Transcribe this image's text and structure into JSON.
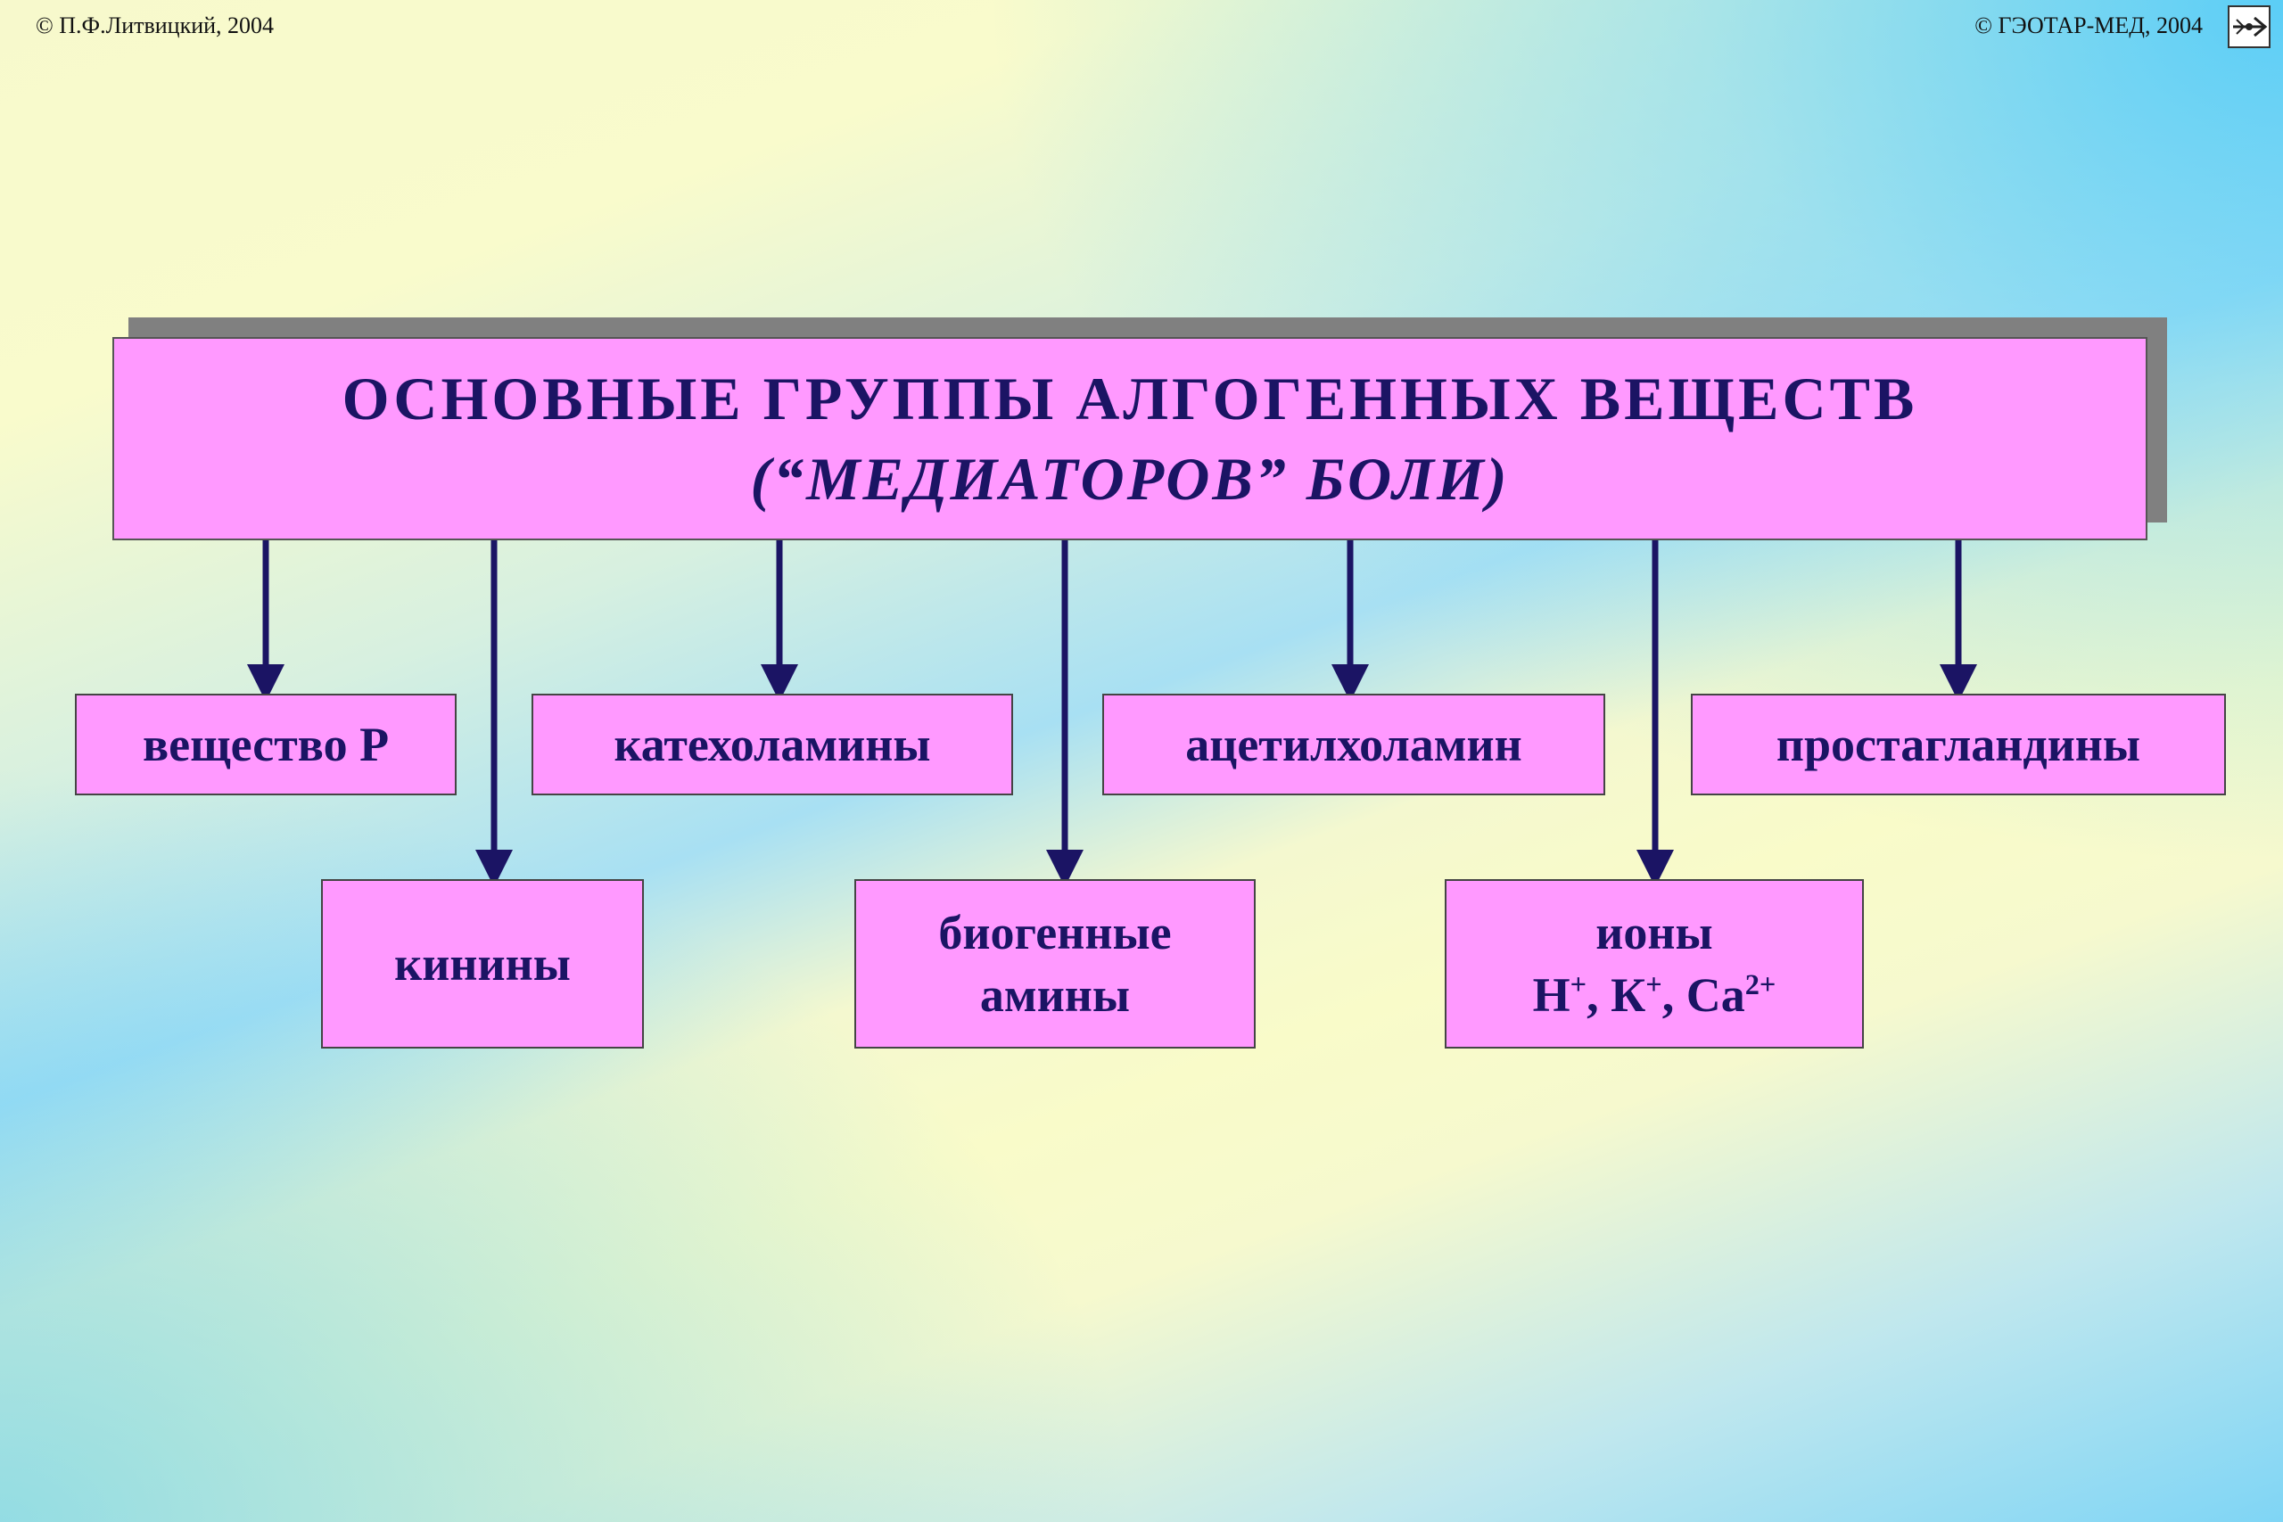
{
  "header": {
    "left_copyright": "© П.Ф.Литвицкий, 2004",
    "right_copyright": "© ГЭОТАР-МЕД, 2004",
    "logo_icon": "geotar-arrow-logo-icon"
  },
  "title": {
    "line1": "ОСНОВНЫЕ  ГРУППЫ  АЛГОГЕННЫХ  ВЕЩЕСТВ",
    "line2": "(“МЕДИАТОРОВ”  БОЛИ)"
  },
  "groups": {
    "substance_p": "вещество Р",
    "catecholamines": "катехоламины",
    "acetylcholamine": "ацетилхоламин",
    "prostaglandins": "простагландины",
    "kinins": "кинины",
    "biogenic_line1": "биогенные",
    "biogenic_line2": "амины",
    "ions_line1": "ионы",
    "ions_h": "Н",
    "ions_k": "К",
    "ions_ca": "Са",
    "ions_plus": "+",
    "ions_ca_charge": "2+",
    "ions_sep": ", "
  },
  "colors": {
    "box_fill": "#ff99ff",
    "text": "#1b1464",
    "arrow": "#1b1464"
  }
}
